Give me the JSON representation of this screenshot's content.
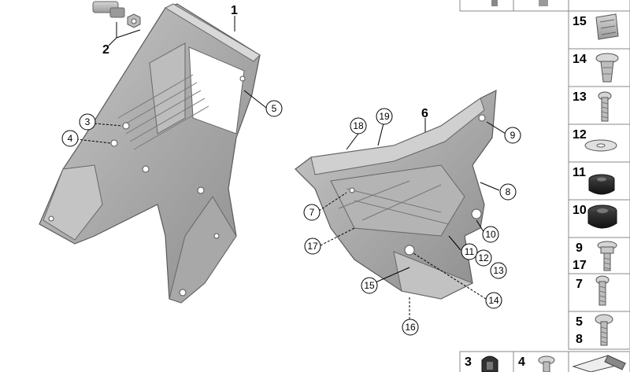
{
  "diagram": {
    "callouts": [
      {
        "id": "c1",
        "label": "1"
      },
      {
        "id": "c2",
        "label": "2"
      },
      {
        "id": "c3",
        "label": "3"
      },
      {
        "id": "c4",
        "label": "4"
      },
      {
        "id": "c5",
        "label": "5"
      },
      {
        "id": "c6",
        "label": "6"
      },
      {
        "id": "c7",
        "label": "7"
      },
      {
        "id": "c8",
        "label": "8"
      },
      {
        "id": "c9",
        "label": "9"
      },
      {
        "id": "c10",
        "label": "10"
      },
      {
        "id": "c11",
        "label": "11"
      },
      {
        "id": "c12",
        "label": "12"
      },
      {
        "id": "c13",
        "label": "13"
      },
      {
        "id": "c14",
        "label": "14"
      },
      {
        "id": "c15",
        "label": "15"
      },
      {
        "id": "c16",
        "label": "16"
      },
      {
        "id": "c17",
        "label": "17"
      },
      {
        "id": "c18",
        "label": "18"
      },
      {
        "id": "c19",
        "label": "19"
      }
    ],
    "parts_panel": [
      {
        "id": "p15",
        "label": "15"
      },
      {
        "id": "p14",
        "label": "14"
      },
      {
        "id": "p13",
        "label": "13"
      },
      {
        "id": "p12",
        "label": "12"
      },
      {
        "id": "p11",
        "label": "11"
      },
      {
        "id": "p10",
        "label": "10"
      },
      {
        "id": "p9",
        "label": "9",
        "label2": "17"
      },
      {
        "id": "p7",
        "label": "7"
      },
      {
        "id": "p5",
        "label": "5",
        "label2": "8"
      }
    ],
    "bottom_row": [
      {
        "id": "b3",
        "label": "3"
      },
      {
        "id": "b4",
        "label": "4"
      }
    ]
  }
}
